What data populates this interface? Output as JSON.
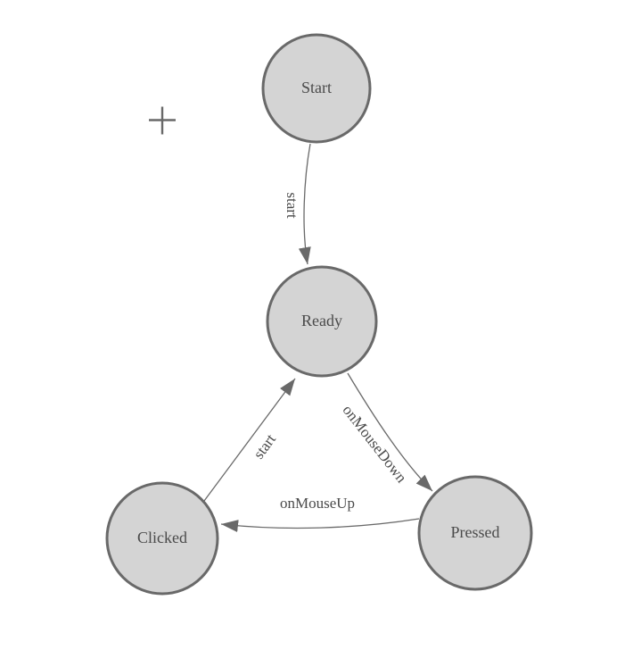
{
  "palette": {
    "background": "#ffffff",
    "node_fill": "#d4d4d4",
    "node_stroke": "#696969",
    "edge_color": "#696969",
    "label_color": "#4a4a4a"
  },
  "diagram": {
    "type": "state-machine",
    "nodes": [
      {
        "id": "start",
        "label": "Start"
      },
      {
        "id": "ready",
        "label": "Ready"
      },
      {
        "id": "clicked",
        "label": "Clicked"
      },
      {
        "id": "pressed",
        "label": "Pressed"
      }
    ],
    "edges": [
      {
        "from": "start",
        "to": "ready",
        "label": "start"
      },
      {
        "from": "ready",
        "to": "pressed",
        "label": "onMouseDown"
      },
      {
        "from": "pressed",
        "to": "clicked",
        "label": "onMouseUp"
      },
      {
        "from": "clicked",
        "to": "ready",
        "label": "start"
      }
    ],
    "crosshair": {
      "symbol": "+"
    }
  }
}
